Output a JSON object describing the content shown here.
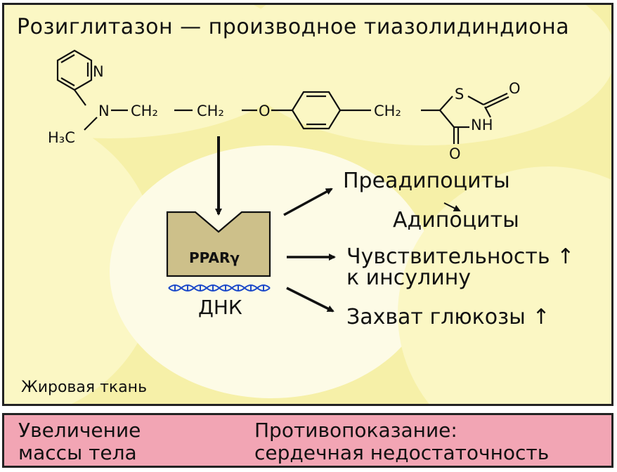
{
  "title": "Розиглитазон — производное тиазолидиндиона",
  "molecule": {
    "atoms": {
      "n_ring": "N",
      "n_amine": "N",
      "ch2_a": "CH₂",
      "ch2_b": "CH₂",
      "o_ether": "O",
      "ch2_c": "CH₂",
      "h3c": "H₃C",
      "s": "S",
      "o_top": "O",
      "nh": "NH",
      "o_bottom": "O"
    }
  },
  "receptor": {
    "label": "PPARγ"
  },
  "dna_label": "ДНК",
  "effects": {
    "preadipocytes": "Преадипоциты",
    "adipocytes": "Адипоциты",
    "insulin_sensitivity": "Чувствительность",
    "insulin_sensitivity_2": "к инсулину",
    "glucose_uptake": "Захват глюкозы",
    "up_arrow": "↑"
  },
  "tissue_label": "Жировая ткань",
  "bottom": {
    "left_line1": "Увеличение",
    "left_line2": "массы тела",
    "right_line1": "Противопоказание:",
    "right_line2": "сердечная недостаточность"
  },
  "colors": {
    "panel_background": "#f6f0a8",
    "cell_highlight": "#fbf7c4",
    "receptor_fill": "#cdc08a",
    "dna": "#1c49c9",
    "bottom_background": "#f2a5b4"
  }
}
